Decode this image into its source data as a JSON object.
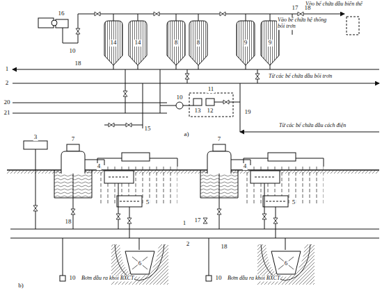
{
  "diagram": {
    "labels": [
      "Vào bể chứa dầu biến thế",
      "16",
      "14",
      "14",
      "8",
      "8",
      "9",
      "9",
      "10",
      "17",
      "18",
      "Vào bể chứa hệ thống bôi trơn",
      "18",
      "1",
      "2",
      "Từ các bể chứa dầu bôi trơn",
      "11",
      "20",
      "10",
      "13",
      "12",
      "19",
      "21",
      "15",
      "a)",
      "Từ các bể chứa dầu cách điện",
      "3",
      "7",
      "7",
      "4",
      "4",
      "5",
      "5",
      "17",
      "18",
      "1",
      "2",
      "18",
      "6",
      "6",
      "10",
      "Bơm dầu ra khỏi BXCT",
      "10",
      "Bơm dầu ra khỏi BXCT",
      "b)"
    ]
  }
}
